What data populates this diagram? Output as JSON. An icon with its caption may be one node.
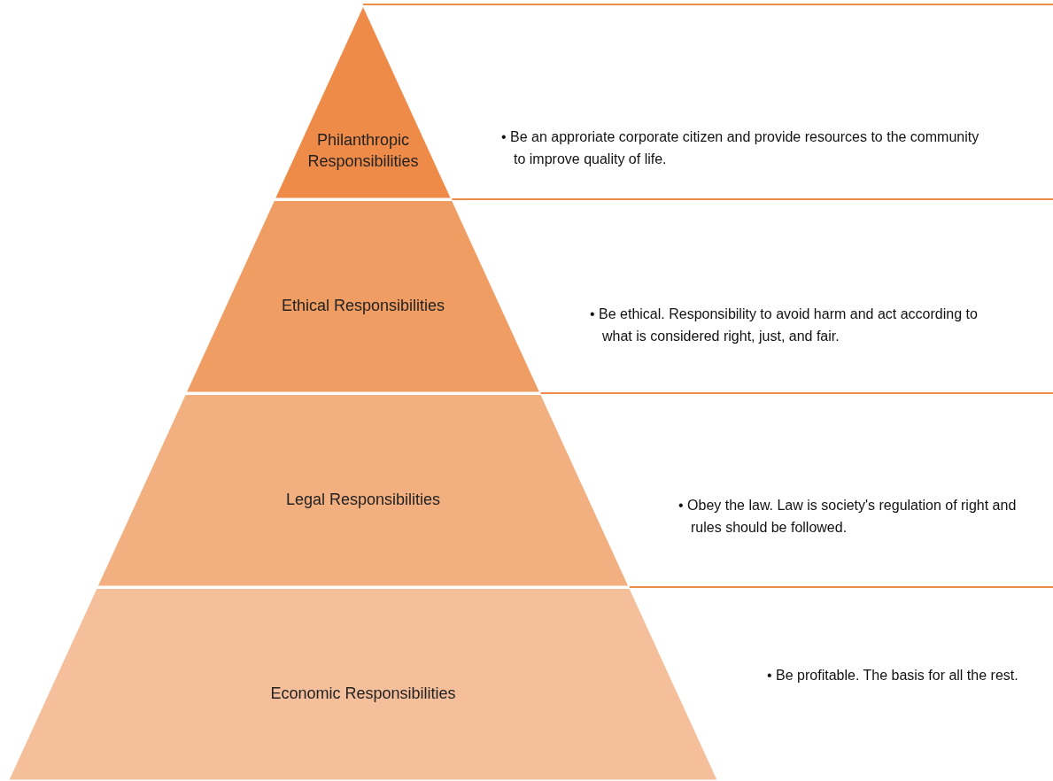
{
  "diagram": {
    "nodes": [
      {
        "text": [
          "Philanthropic Responsibilities"
        ]
      },
      {
        "text": [
          "Ethical Responsibilities"
        ]
      },
      {
        "text": [
          "Legal Responsibilities"
        ]
      },
      {
        "text": [
          "Economic Responsibilities"
        ]
      }
    ],
    "labels": [
      "• Be an approriate corporate citizen and provide resources to the community to improve quality of life.",
      "• Be ethical. Responsibility to avoid harm and act according to what is considered right, just, and fair.",
      "• Obey the law. Law is society's regulation of right and rules should be followed.",
      "• Be profitable. The basis for all the rest."
    ]
  }
}
